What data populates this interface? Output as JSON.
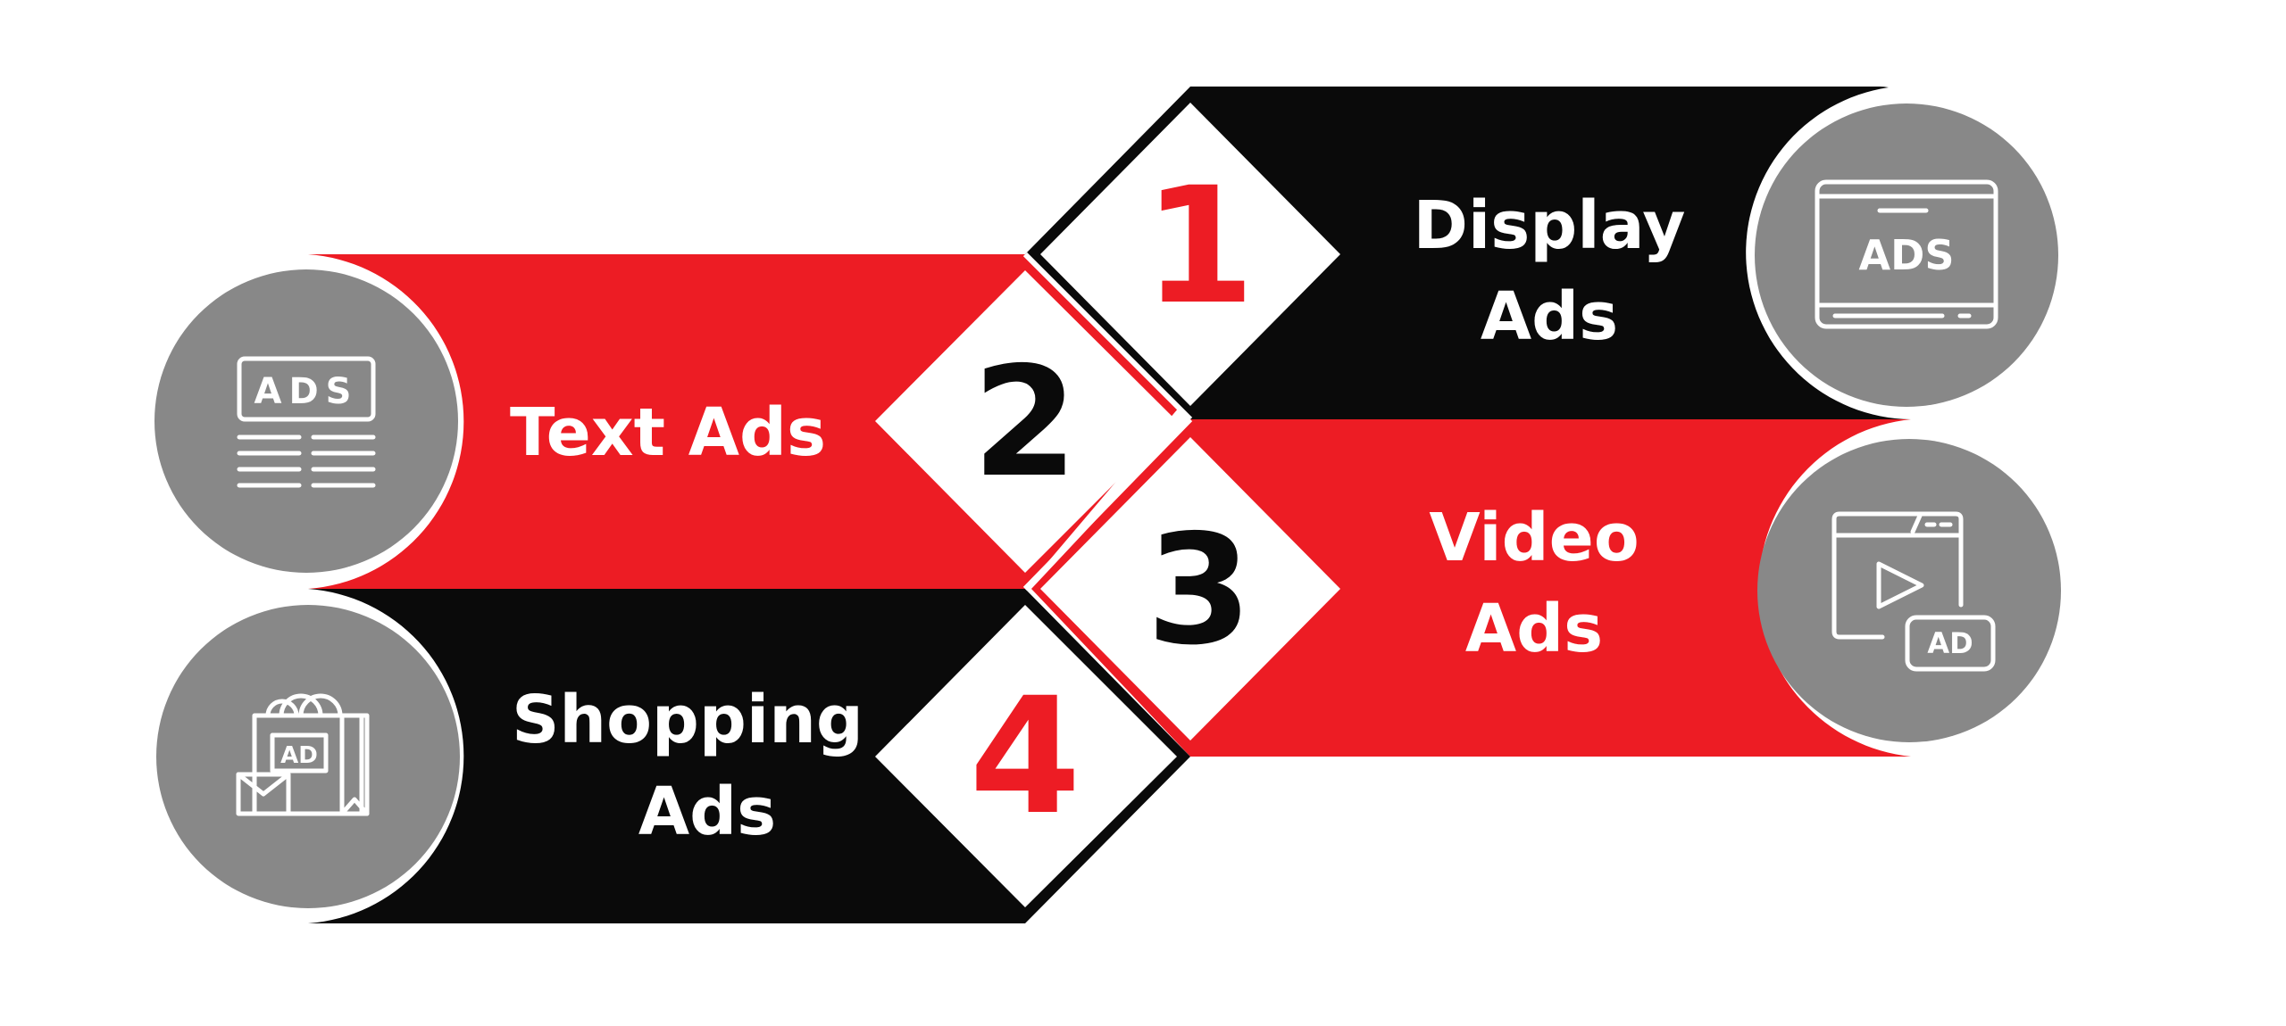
{
  "colors": {
    "red": "#ED1C24",
    "black": "#0A0A0A",
    "gray": "#888888",
    "white": "#FFFFFF"
  },
  "items": [
    {
      "number": "1",
      "label_lines": [
        "Display",
        "Ads"
      ],
      "icon": "display-ads-icon",
      "icon_text": "ADS",
      "band_color": "black",
      "number_color": "red",
      "label_color": "white"
    },
    {
      "number": "2",
      "label_lines": [
        "Text Ads"
      ],
      "icon": "text-ads-icon",
      "icon_text": "ADS",
      "band_color": "red",
      "number_color": "black",
      "label_color": "white"
    },
    {
      "number": "3",
      "label_lines": [
        "Video",
        "Ads"
      ],
      "icon": "video-ads-icon",
      "icon_text": "AD",
      "band_color": "red",
      "number_color": "black",
      "label_color": "white"
    },
    {
      "number": "4",
      "label_lines": [
        "Shopping",
        "Ads"
      ],
      "icon": "shopping-ads-icon",
      "icon_text": "AD",
      "band_color": "black",
      "number_color": "red",
      "label_color": "white"
    }
  ]
}
